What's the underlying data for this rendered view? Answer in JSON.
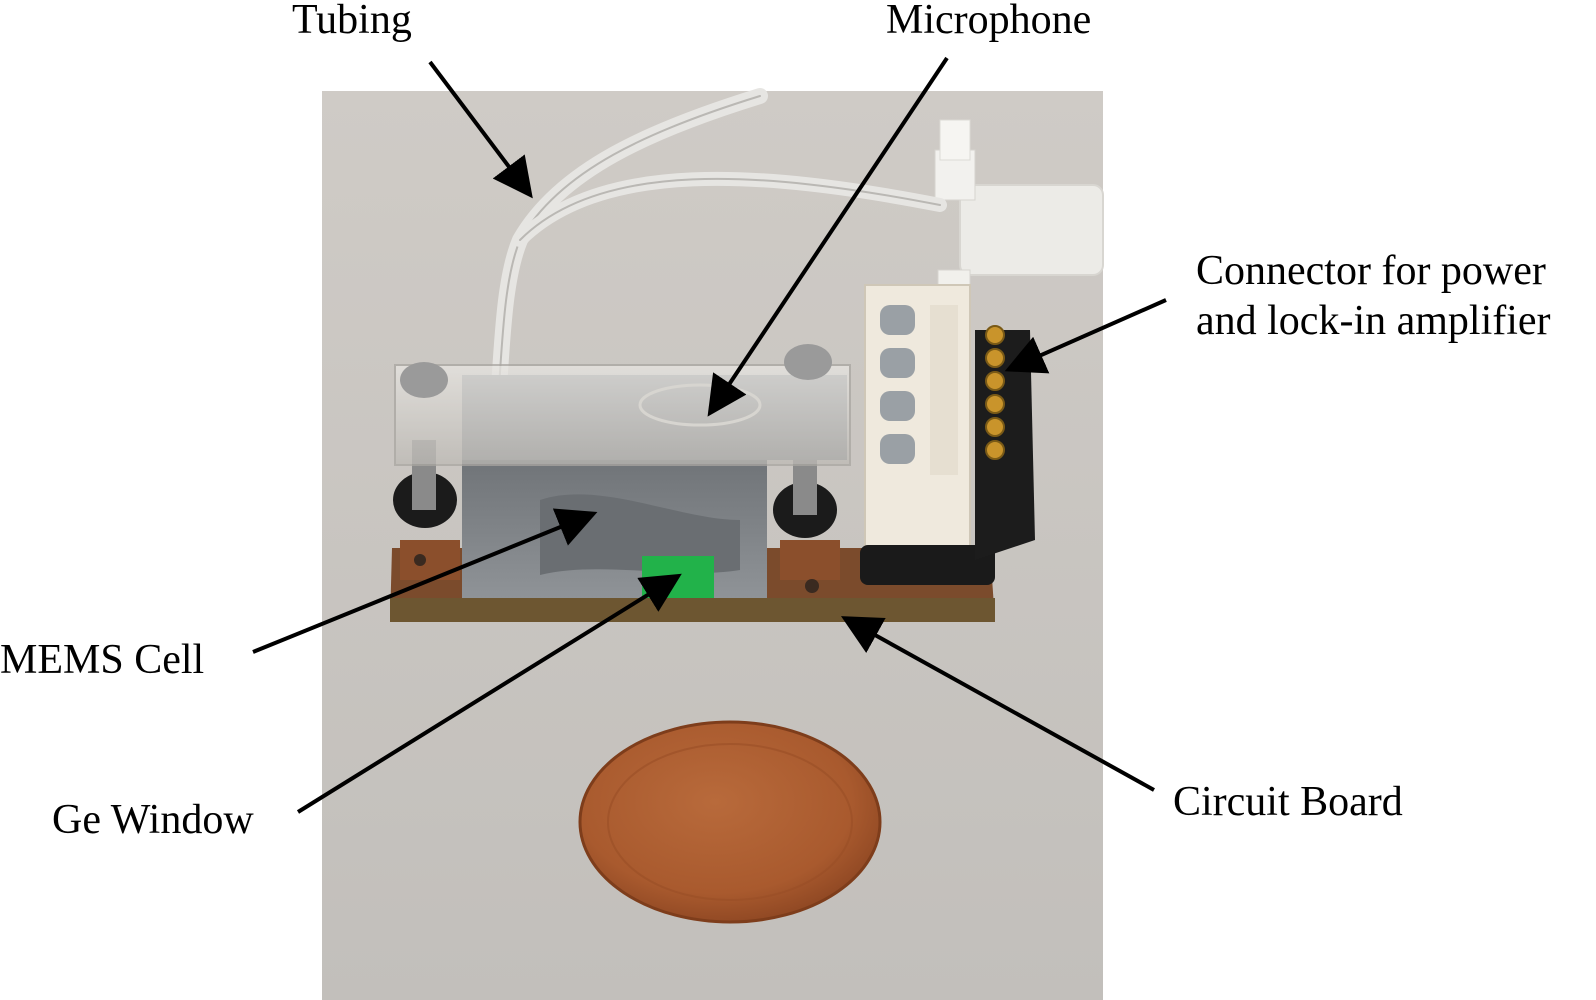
{
  "figure": {
    "labels": {
      "tubing": "Tubing",
      "microphone": "Microphone",
      "connector_line1": "Connector for power",
      "connector_line2": "and lock-in amplifier",
      "mems_cell": "MEMS Cell",
      "ge_window": "Ge Window",
      "circuit_board": "Circuit Board"
    },
    "colors": {
      "background": "#ffffff",
      "photo_backdrop": "#c9c5c0",
      "circuit_board": "#7a4a2c",
      "ge_window": "#22b24a",
      "penny": "#b3602f",
      "gold_pins": "#c9942b",
      "arrow": "#000000"
    }
  }
}
